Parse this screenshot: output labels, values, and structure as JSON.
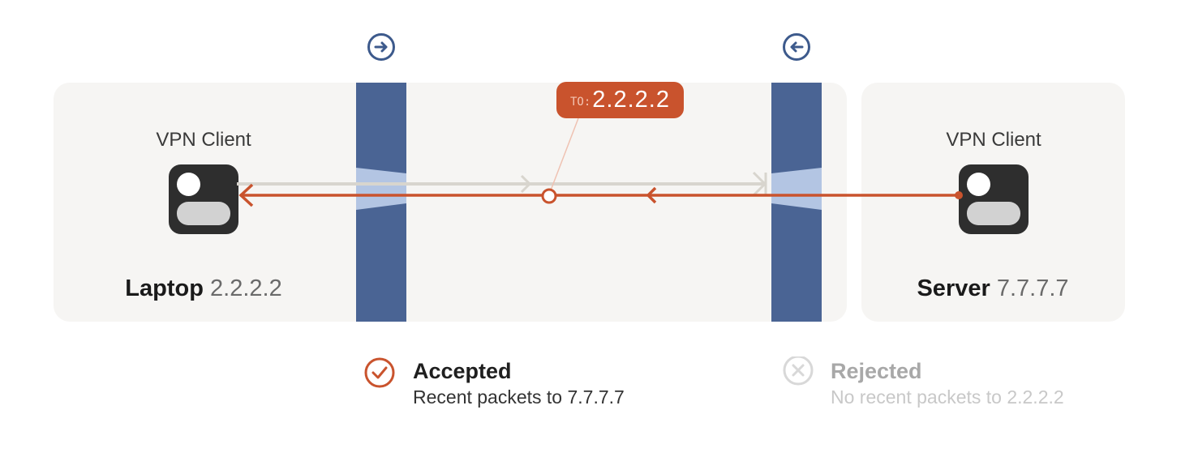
{
  "laptop": {
    "client_label": "VPN Client",
    "name": "Laptop",
    "ip": "2.2.2.2"
  },
  "server": {
    "client_label": "VPN Client",
    "name": "Server",
    "ip": "7.7.7.7"
  },
  "packet_tag": {
    "prefix": "TO:",
    "value": "2.2.2.2"
  },
  "firewalls": {
    "left": {
      "icon": "arrow-right-circle-icon"
    },
    "right": {
      "icon": "arrow-left-circle-icon"
    }
  },
  "status": {
    "accepted": {
      "icon": "check-circle-icon",
      "title": "Accepted",
      "subtitle": "Recent packets to 7.7.7.7"
    },
    "rejected": {
      "icon": "x-circle-icon",
      "title": "Rejected",
      "subtitle": "No recent packets to 2.2.2.2"
    }
  },
  "colors": {
    "accent": "#c9532d",
    "firewall": "#4a6494",
    "panel": "#f6f5f3",
    "muted_arrow": "#d8d5ce",
    "beam": "#b3c5e3"
  }
}
